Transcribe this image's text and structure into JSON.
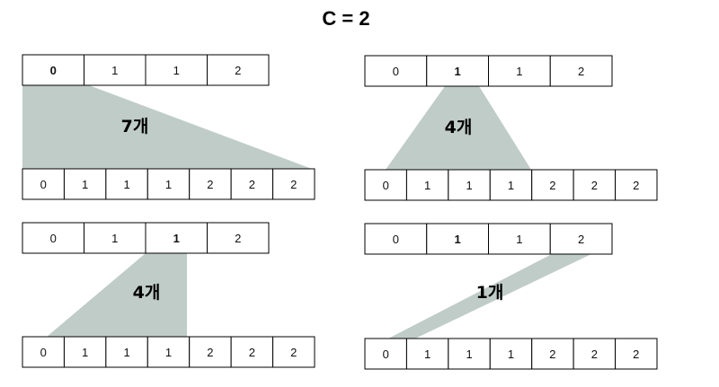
{
  "title": "C = 2",
  "colors": {
    "fill": "#bfccc8",
    "border": "#000000"
  },
  "panels": [
    {
      "top_cells": [
        {
          "text": "0",
          "bold": true
        },
        {
          "text": "1",
          "bold": false
        },
        {
          "text": "1",
          "bold": false
        },
        {
          "text": "2",
          "bold": false
        }
      ],
      "bottom_cells": [
        "0",
        "1",
        "1",
        "1",
        "2",
        "2",
        "2"
      ],
      "count_label": "7개"
    },
    {
      "top_cells": [
        {
          "text": "0",
          "bold": false
        },
        {
          "text": "1",
          "bold": true
        },
        {
          "text": "1",
          "bold": false
        },
        {
          "text": "2",
          "bold": false
        }
      ],
      "bottom_cells": [
        "0",
        "1",
        "1",
        "1",
        "2",
        "2",
        "2"
      ],
      "count_label": "4개"
    },
    {
      "top_cells": [
        {
          "text": "0",
          "bold": false
        },
        {
          "text": "1",
          "bold": false
        },
        {
          "text": "1",
          "bold": true
        },
        {
          "text": "2",
          "bold": false
        }
      ],
      "bottom_cells": [
        "0",
        "1",
        "1",
        "1",
        "2",
        "2",
        "2"
      ],
      "count_label": "4개"
    },
    {
      "top_cells": [
        {
          "text": "0",
          "bold": false
        },
        {
          "text": "1",
          "bold": true
        },
        {
          "text": "1",
          "bold": false
        },
        {
          "text": "2",
          "bold": false
        }
      ],
      "bottom_cells": [
        "0",
        "1",
        "1",
        "1",
        "2",
        "2",
        "2"
      ],
      "count_label": "1개"
    }
  ]
}
